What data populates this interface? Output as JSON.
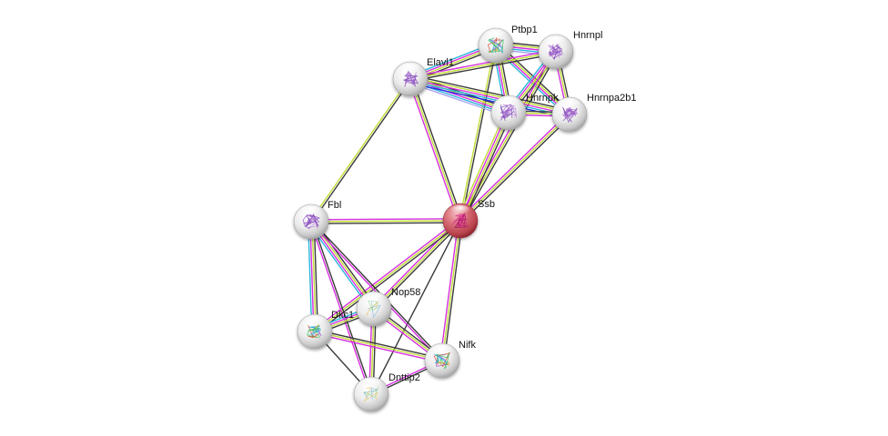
{
  "diagram": {
    "type": "protein-interaction-network",
    "edge_colors": {
      "black": "#3a3a3a",
      "lime": "#c2dd39",
      "magenta": "#d62ee0",
      "cyan": "#2ab6d9",
      "blue": "#1f2ce8",
      "lavender": "#a9a4f0"
    },
    "query_color": "#c84a55",
    "nodes": [
      {
        "id": "Ptbp1",
        "label": "Ptbp1",
        "query": false,
        "structure": "colorful"
      },
      {
        "id": "Hnrnpl",
        "label": "Hnrnpl",
        "query": false,
        "structure": "purple"
      },
      {
        "id": "Elavl1",
        "label": "Elavl1",
        "query": false,
        "structure": "purple"
      },
      {
        "id": "Hnrnpk",
        "label": "Hnrnpk",
        "query": false,
        "structure": "purple"
      },
      {
        "id": "Hnrnpa2b1",
        "label": "Hnrnpa2b1",
        "query": false,
        "structure": "purple"
      },
      {
        "id": "Ssb",
        "label": "Ssb",
        "query": true,
        "structure": "magenta"
      },
      {
        "id": "Fbl",
        "label": "Fbl",
        "query": false,
        "structure": "purple"
      },
      {
        "id": "Nop58",
        "label": "Nop58",
        "query": false,
        "structure": "sparse"
      },
      {
        "id": "Dkc1",
        "label": "Dkc1",
        "query": false,
        "structure": "colorful"
      },
      {
        "id": "Nifk",
        "label": "Nifk",
        "query": false,
        "structure": "colorful"
      },
      {
        "id": "Dnttip2",
        "label": "Dnttip2",
        "query": false,
        "structure": "sparse"
      }
    ],
    "edges": [
      {
        "a": "Ptbp1",
        "b": "Hnrnpl",
        "types": [
          "black",
          "lime",
          "magenta",
          "cyan",
          "lavender"
        ]
      },
      {
        "a": "Ptbp1",
        "b": "Elavl1",
        "types": [
          "black",
          "lime",
          "magenta",
          "cyan"
        ]
      },
      {
        "a": "Ptbp1",
        "b": "Hnrnpk",
        "types": [
          "black",
          "lime",
          "magenta",
          "cyan"
        ]
      },
      {
        "a": "Ptbp1",
        "b": "Hnrnpa2b1",
        "types": [
          "black",
          "lime",
          "magenta",
          "cyan"
        ]
      },
      {
        "a": "Ptbp1",
        "b": "Ssb",
        "types": [
          "black",
          "lime"
        ]
      },
      {
        "a": "Hnrnpl",
        "b": "Hnrnpk",
        "types": [
          "black",
          "lime",
          "magenta",
          "cyan"
        ]
      },
      {
        "a": "Hnrnpl",
        "b": "Hnrnpa2b1",
        "types": [
          "black",
          "lime",
          "magenta"
        ]
      },
      {
        "a": "Hnrnpl",
        "b": "Elavl1",
        "types": [
          "black",
          "lime",
          "magenta"
        ]
      },
      {
        "a": "Hnrnpl",
        "b": "Ssb",
        "types": [
          "black",
          "lime",
          "magenta"
        ]
      },
      {
        "a": "Elavl1",
        "b": "Hnrnpk",
        "types": [
          "black",
          "lime",
          "magenta",
          "cyan",
          "lavender"
        ]
      },
      {
        "a": "Elavl1",
        "b": "Hnrnpa2b1",
        "types": [
          "black",
          "lime",
          "magenta",
          "cyan",
          "blue"
        ]
      },
      {
        "a": "Elavl1",
        "b": "Ssb",
        "types": [
          "black",
          "lime",
          "magenta"
        ]
      },
      {
        "a": "Elavl1",
        "b": "Fbl",
        "types": [
          "black",
          "lime"
        ]
      },
      {
        "a": "Hnrnpk",
        "b": "Hnrnpa2b1",
        "types": [
          "black",
          "lime",
          "magenta"
        ]
      },
      {
        "a": "Hnrnpk",
        "b": "Ssb",
        "types": [
          "black",
          "lime",
          "magenta",
          "lime"
        ]
      },
      {
        "a": "Hnrnpa2b1",
        "b": "Ssb",
        "types": [
          "black",
          "lime",
          "magenta"
        ]
      },
      {
        "a": "Ssb",
        "b": "Fbl",
        "types": [
          "black",
          "lime",
          "magenta"
        ]
      },
      {
        "a": "Ssb",
        "b": "Nop58",
        "types": [
          "black",
          "lime",
          "magenta"
        ]
      },
      {
        "a": "Ssb",
        "b": "Nifk",
        "types": [
          "black",
          "lime",
          "magenta"
        ]
      },
      {
        "a": "Ssb",
        "b": "Dkc1",
        "types": [
          "black",
          "lime",
          "magenta"
        ]
      },
      {
        "a": "Ssb",
        "b": "Dnttip2",
        "types": [
          "black"
        ]
      },
      {
        "a": "Fbl",
        "b": "Dkc1",
        "types": [
          "black",
          "lime",
          "magenta",
          "cyan"
        ]
      },
      {
        "a": "Fbl",
        "b": "Nop58",
        "types": [
          "black",
          "lime",
          "magenta",
          "cyan"
        ]
      },
      {
        "a": "Fbl",
        "b": "Nifk",
        "types": [
          "black",
          "magenta"
        ]
      },
      {
        "a": "Fbl",
        "b": "Dnttip2",
        "types": [
          "black",
          "magenta"
        ]
      },
      {
        "a": "Nop58",
        "b": "Dkc1",
        "types": [
          "black",
          "lime",
          "magenta",
          "cyan"
        ]
      },
      {
        "a": "Nop58",
        "b": "Nifk",
        "types": [
          "black",
          "lime",
          "magenta"
        ]
      },
      {
        "a": "Nop58",
        "b": "Dnttip2",
        "types": [
          "black",
          "lime",
          "magenta"
        ]
      },
      {
        "a": "Dkc1",
        "b": "Nifk",
        "types": [
          "black",
          "lime",
          "magenta"
        ]
      },
      {
        "a": "Dkc1",
        "b": "Dnttip2",
        "types": [
          "black"
        ]
      },
      {
        "a": "Nifk",
        "b": "Dnttip2",
        "types": [
          "black",
          "magenta"
        ]
      }
    ]
  }
}
